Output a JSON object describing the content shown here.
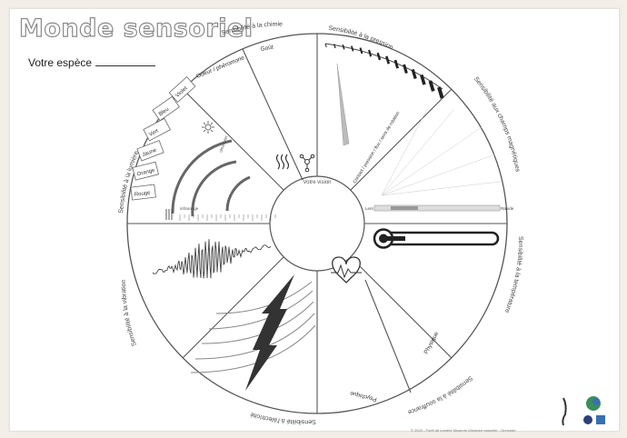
{
  "title": "Monde sensoriel",
  "species_label": "Votre espèce",
  "center_label": "Votre vision",
  "sectors": {
    "chemistry": "Sensibilité à la chimie",
    "pressure": "Sensibilité à la pression",
    "magnetic": "Sensibilité aux champs magnétiques",
    "temperature": "Sensibilité à la température",
    "pain": "Sensibilité à la souffrance",
    "electric": "Sensibilité à l'électricité",
    "vibration": "Sensibilité à la vibration",
    "light": "Sensibilité à la lumière"
  },
  "chem_sub": {
    "smell": "Odeur / phéromone",
    "taste": "Goût"
  },
  "pressure_sub": "Contact / pression / flux / sens de rotation",
  "pain_sub": {
    "physical": "Physique",
    "psychic": "Psychique"
  },
  "light_labels": {
    "uv": "ultraviolet",
    "ir": "infrarouge"
  },
  "colors": [
    "Violet",
    "Bleu",
    "Vert",
    "Jaune",
    "Orange",
    "Rouge"
  ],
  "magnetic_scale": [
    "Lent",
    "Rapide"
  ],
  "credit": "© 2023 - Forêt de lumière Muséum d'histoire naturelle - Grenoble"
}
